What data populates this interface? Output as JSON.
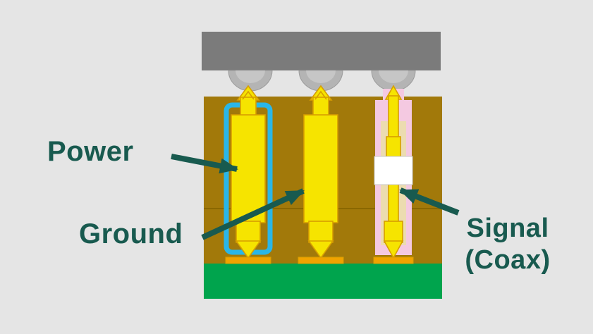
{
  "labels": {
    "power": "Power",
    "ground": "Ground",
    "signal_line1": "Signal",
    "signal_line2": "(Coax)"
  },
  "parts": {
    "left_pin": "power pin with cyan sleeve",
    "middle_pin": "ground pin",
    "right_pin": "signal coax pin with pink and cream dielectric layers and white block",
    "top_bar": "gray connector body with three solder balls",
    "bottom_bar": "green board"
  },
  "colors": {
    "background": "#e5e5e5",
    "chip_gray": "#7b7b7b",
    "ball_gray": "#b4b4b4",
    "ball_light": "#d6d6d6",
    "substrate_brown": "#a2790a",
    "seam_brown": "#8a6700",
    "pcb_green": "#00a44d",
    "pin_yellow": "#f6e400",
    "pin_outline_orange": "#d79e00",
    "pad_orange": "#f0a300",
    "power_sleeve_cyan": "#2ab6e8",
    "signal_sleeve_pink": "#f4c9e1",
    "signal_dielectric_cream": "#ecdcb0",
    "white_block": "#ffffff",
    "label_teal": "#185a4f"
  }
}
